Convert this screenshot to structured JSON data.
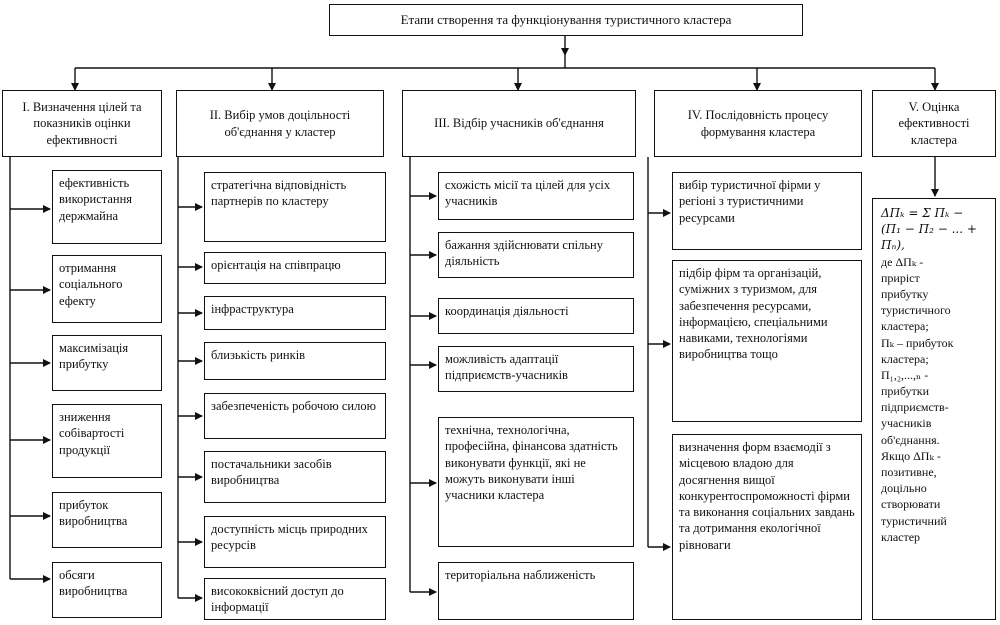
{
  "title": "Етапи створення та функціонування туристичного кластера",
  "stages": [
    {
      "heading": "І. Визначення цілей та показників оцінки ефективності",
      "items": [
        "ефективність використання держмайна",
        "отримання соціального ефекту",
        "максимізація прибутку",
        "зниження собівартості продукції",
        "прибуток виробництва",
        "обсяги виробництва"
      ]
    },
    {
      "heading": "ІІ. Вибір умов доцільності об'єднання у кластер",
      "items": [
        "стратегічна відповідність партнерів по кластеру",
        "орієнтація на співпрацю",
        "інфраструктура",
        "близькість ринків",
        "забезпеченість робочою силою",
        "постачальники засобів виробництва",
        "доступність місць природних ресурсів",
        "висококвісний доступ до інформації"
      ]
    },
    {
      "heading": "ІІІ. Відбір учасників об'єднання",
      "items": [
        "схожість місії та цілей для усіх учасників",
        "бажання здійснювати спільну діяльність",
        "координація діяльності",
        "можливість адаптації підприємств-учасників",
        "технічна, технологічна, професійна, фінансова здатність виконувати функції, які не можуть виконувати інші учасники кластера",
        "територіальна наближеність"
      ]
    },
    {
      "heading": "IV. Послідовність процесу формування кластера",
      "items": [
        "вибір туристичної фірми у регіоні з туристичними ресурсами",
        "підбір фірм та організацій, суміжних з туризмом, для забезпечення ресурсами, інформацією, спеціальними навиками, технологіями виробництва тощо",
        "визначення форм взаємодії з місцевою владою для досягнення вищої конкурентоспроможності фірми та виконання соціальних завдань та дотримання екологічної рівноваги"
      ]
    },
    {
      "heading": "V. Оцінка ефективності кластера",
      "formula": {
        "line1": "ΔПₖ = Σ Пₖ −",
        "line2": "(П₁ − П₂ − ... + Пₙ),",
        "text": [
          "де ΔПₖ -",
          "приріст",
          "прибутку",
          "туристичного",
          "кластера;",
          "Пₖ – прибуток",
          "кластера;",
          "П₁,₂,...,ₙ -",
          "прибутки",
          "підприємств-",
          "учасників",
          "об'єднання.",
          "Якщо ΔПₖ -",
          "позитивне,",
          "доцільно",
          "створювати",
          "туристичний",
          "кластер"
        ]
      }
    }
  ]
}
